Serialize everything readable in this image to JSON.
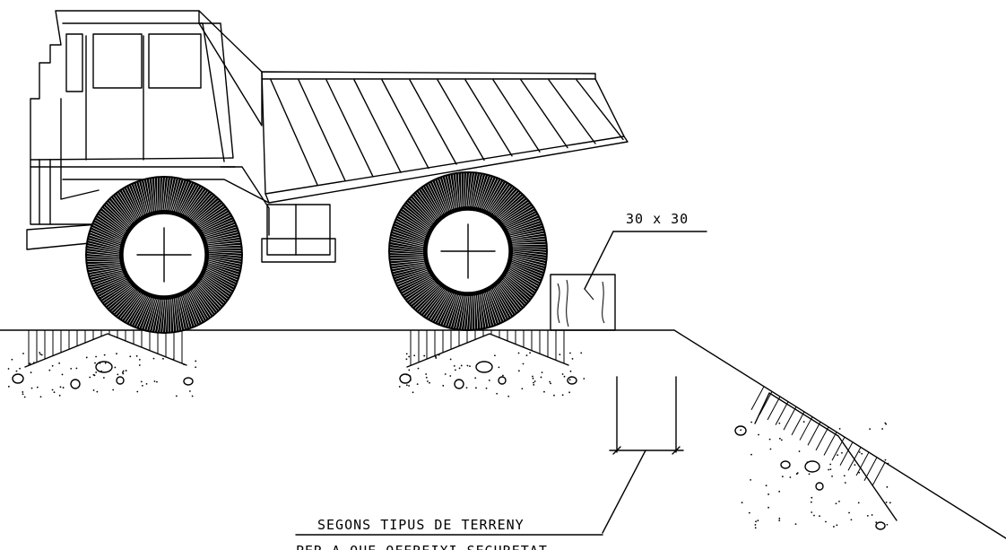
{
  "labels": {
    "block_size": "30 x 30",
    "terrain_line1": "SEGONS TIPUS DE TERRENY",
    "terrain_line2": "PER A QUE OFEREIXI SEGURETAT"
  }
}
